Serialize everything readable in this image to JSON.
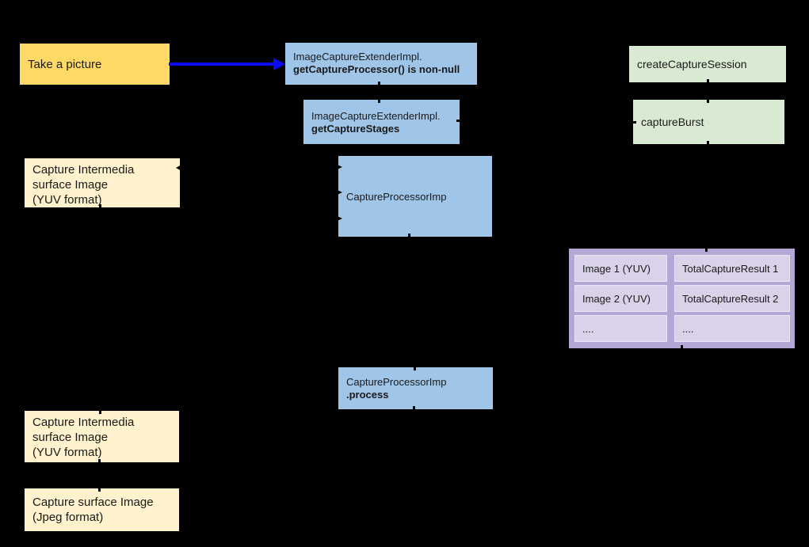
{
  "colors": {
    "bg": "#000000",
    "yellow": "#ffd966",
    "paleYellow": "#fff2cc",
    "blue": "#9fc5e8",
    "green": "#d9ead3",
    "purpleOuter": "#b4a7d6",
    "purpleCell": "#d9d2e9",
    "purpleCellBorder": "#eae4f5",
    "arrowBlue": "#0b0bf5",
    "text": "#1a1a1a"
  },
  "nodes": {
    "take_picture": {
      "label": "Take a picture"
    },
    "ext_processor": {
      "line1": "ImageCaptureExtenderImpl.",
      "line2": "getCaptureProcessor() is non-null"
    },
    "ext_stages": {
      "line1": "ImageCaptureExtenderImpl.",
      "line2": "getCaptureStages"
    },
    "create_session": {
      "label": "createCaptureSession"
    },
    "capture_burst": {
      "label": "captureBurst"
    },
    "processor": {
      "label": "CaptureProcessorImp"
    },
    "intermedia_top": {
      "line1": "Capture Intermedia",
      "line2": "surface Image",
      "line3": "(YUV format)"
    },
    "process": {
      "line1": "CaptureProcessorImp",
      "line2": ".process"
    },
    "intermedia_bottom": {
      "line1": "Capture Intermedia",
      "line2": "surface Image",
      "line3": "(YUV format)"
    },
    "surface_jpeg": {
      "line1": "Capture surface Image",
      "line2": "(Jpeg format)"
    }
  },
  "table": {
    "rows": [
      {
        "left": "Image 1 (YUV)",
        "right": "TotalCaptureResult 1"
      },
      {
        "left": "Image 2 (YUV)",
        "right": "TotalCaptureResult 2"
      },
      {
        "left": "....",
        "right": "...."
      }
    ]
  }
}
